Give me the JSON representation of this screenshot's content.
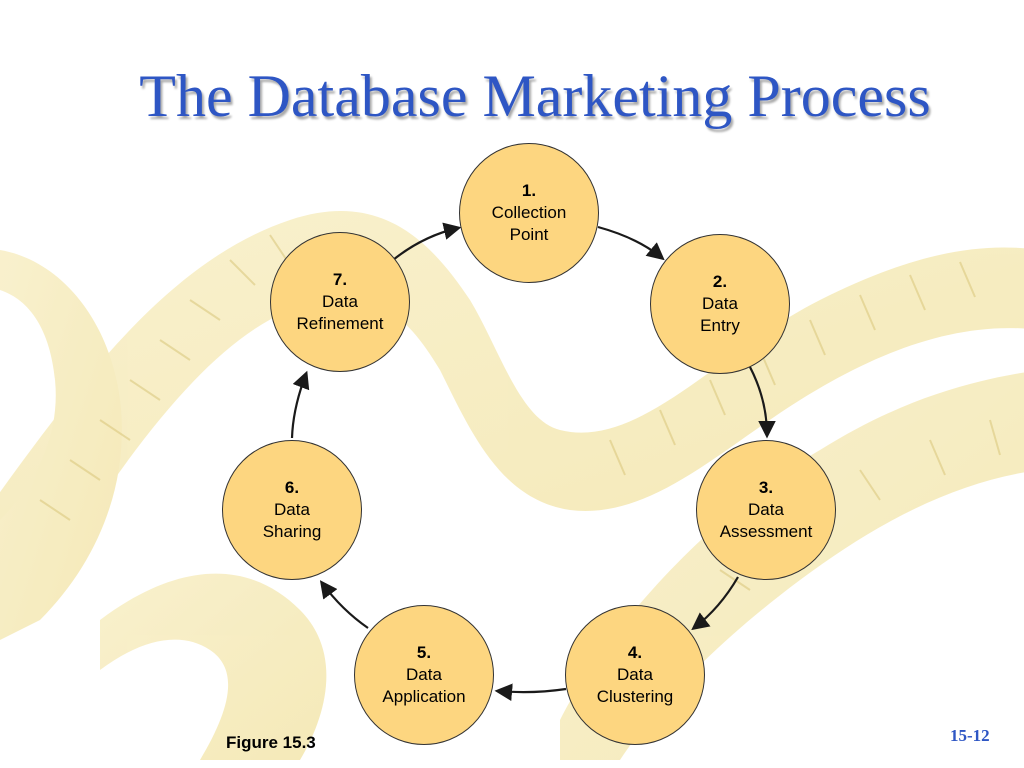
{
  "title": "The Database Marketing Process",
  "nodes": [
    {
      "num": "1.",
      "label1": "Collection",
      "label2": "Point"
    },
    {
      "num": "2.",
      "label1": "Data",
      "label2": "Entry"
    },
    {
      "num": "3.",
      "label1": "Data",
      "label2": "Assessment"
    },
    {
      "num": "4.",
      "label1": "Data",
      "label2": "Clustering"
    },
    {
      "num": "5.",
      "label1": "Data",
      "label2": "Application"
    },
    {
      "num": "6.",
      "label1": "Data",
      "label2": "Sharing"
    },
    {
      "num": "7.",
      "label1": "Data",
      "label2": "Refinement"
    }
  ],
  "caption": "Figure 15.3",
  "page_number": "15-12",
  "colors": {
    "node_fill": "#fdd680",
    "title": "#2e56c4",
    "tape": "#f4e6a4"
  }
}
